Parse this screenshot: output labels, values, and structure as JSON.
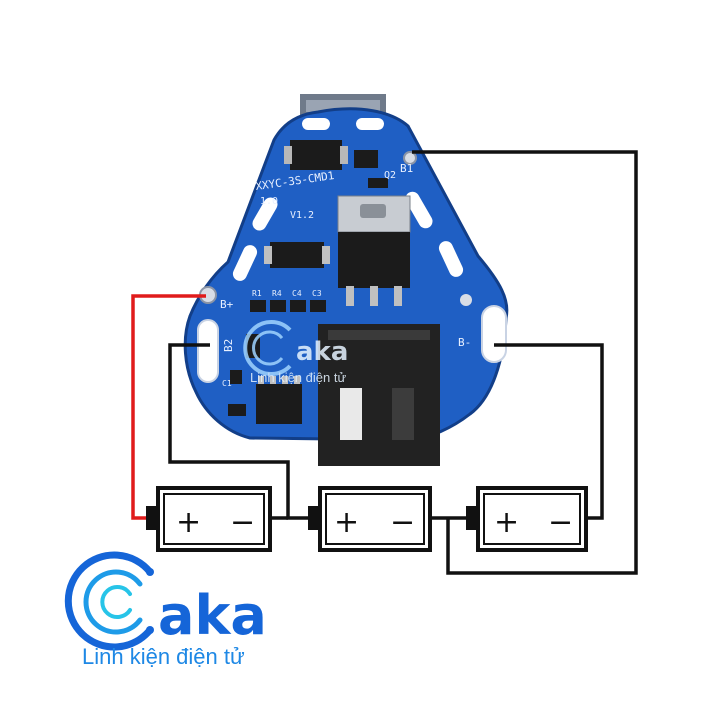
{
  "board": {
    "model": "XXYC-3S-CMD1",
    "revision": "1.0",
    "version": "V1.2",
    "labels": {
      "b1": "B1",
      "q2": "Q2",
      "b_plus": "B+",
      "b_minus": "B-",
      "b2": "B2",
      "r1": "R1",
      "r4": "R4",
      "c4": "C4",
      "c3": "C3",
      "c1": "C1"
    },
    "color": "#1f5fc4"
  },
  "batteries": [
    {
      "plus": "+",
      "minus": "−"
    },
    {
      "plus": "+",
      "minus": "−"
    },
    {
      "plus": "+",
      "minus": "−"
    }
  ],
  "wires": {
    "positive_color": "#e01b1b",
    "balance_color": "#111111"
  },
  "logo": {
    "wordmark": "aka",
    "tagline": "Linh kiện điện tử",
    "color": "#1565d8"
  },
  "watermark": {
    "wordmark": "aka",
    "tagline": "Linh kiện điện tử"
  }
}
